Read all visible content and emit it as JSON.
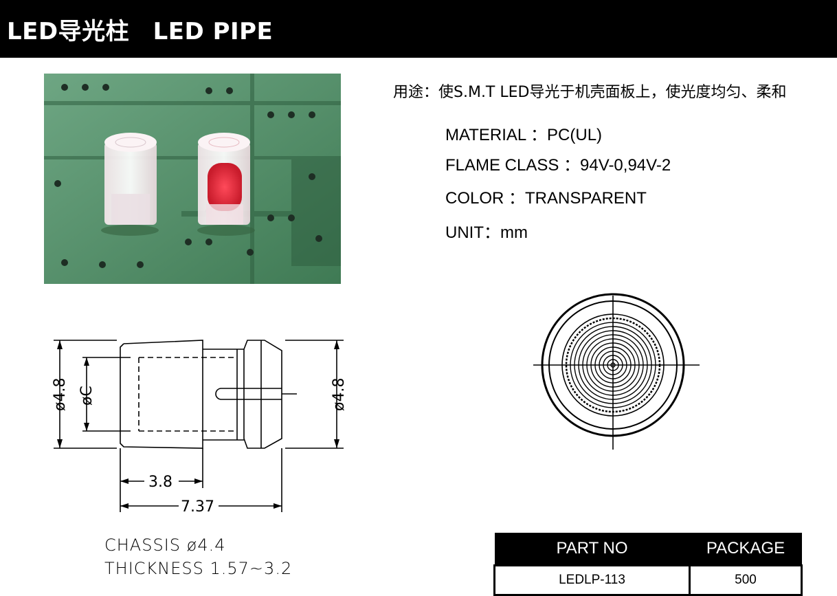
{
  "header": {
    "title": "LED导光柱　LED PIPE"
  },
  "usage": "用途：使S.M.T LED导光于机壳面板上，使光度均匀、柔和",
  "specs": [
    {
      "key": "MATERIAL ",
      "value": "：PC(UL)"
    },
    {
      "key": "FLAME CLASS ",
      "value": "：94V-0,94V-2"
    },
    {
      "key": "COLOR ",
      "value": "：TRANSPARENT"
    },
    {
      "key": "UNIT",
      "value": "：mm"
    }
  ],
  "drawing": {
    "dim_left": "ø4.8",
    "dim_inner": "øC",
    "dim_right": "ø4.8",
    "dim_short": "3.8",
    "dim_total": "7.37"
  },
  "chassis": {
    "line1": "CHASSIS  ø4.4",
    "line2": "THICKNESS  1.57~3.2"
  },
  "table": {
    "headers": [
      "PART NO",
      "PACKAGE"
    ],
    "rows": [
      [
        "LEDLP-113",
        "500"
      ]
    ]
  },
  "colors": {
    "header_bg": "#000000",
    "pcb_green": "#4e8a63",
    "led_red": "#e0293a"
  }
}
